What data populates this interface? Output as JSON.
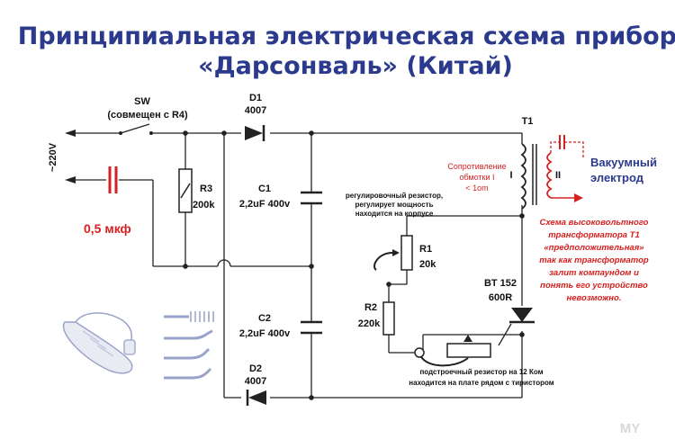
{
  "title": {
    "line1": "Принципиальная электрическая схема прибора",
    "line2": "«Дарсонваль» (Китай)"
  },
  "components": {
    "sw": {
      "name": "SW",
      "note": "(совмещен с R4)"
    },
    "supply": "~220V",
    "cap_ext": "0,5 мкф",
    "d1": {
      "name": "D1",
      "value": "4007"
    },
    "d2": {
      "name": "D2",
      "value": "4007"
    },
    "r3": {
      "name": "R3",
      "value": "200k"
    },
    "c1": {
      "name": "C1",
      "value": "2,2uF 400v"
    },
    "c2": {
      "name": "C2",
      "value": "2,2uF 400v"
    },
    "r1": {
      "name": "R1",
      "value": "20k"
    },
    "r2": {
      "name": "R2",
      "value": "220k"
    },
    "bt": {
      "name": "BT 152",
      "value": "600R"
    },
    "t1": {
      "name": "T1",
      "coil1": "I",
      "coil2": "II"
    }
  },
  "notes": {
    "regulator": [
      "регулировочный резистор,",
      "регулирует  мощность",
      "находится на корпусе"
    ],
    "winding": [
      "Сопротивление",
      "обмотки I",
      "< 1om"
    ],
    "electrode": [
      "Вакуумный",
      "электрод"
    ],
    "transformer": [
      "Схема высоковольтного",
      "трансформатора Т1",
      "«предположительная»",
      "так как трансформатор",
      "залит компаундом и",
      "понять его устройство",
      "невозможно."
    ],
    "trimmer": [
      "подстроечный резистор на 12 Ком",
      "находится на плате рядом с тиристором"
    ]
  },
  "watermark": "MY",
  "colors": {
    "title": "#2b3a8c",
    "accent": "#d62020",
    "electrode": "#2b3a8c",
    "device": "#9aa3c9"
  }
}
